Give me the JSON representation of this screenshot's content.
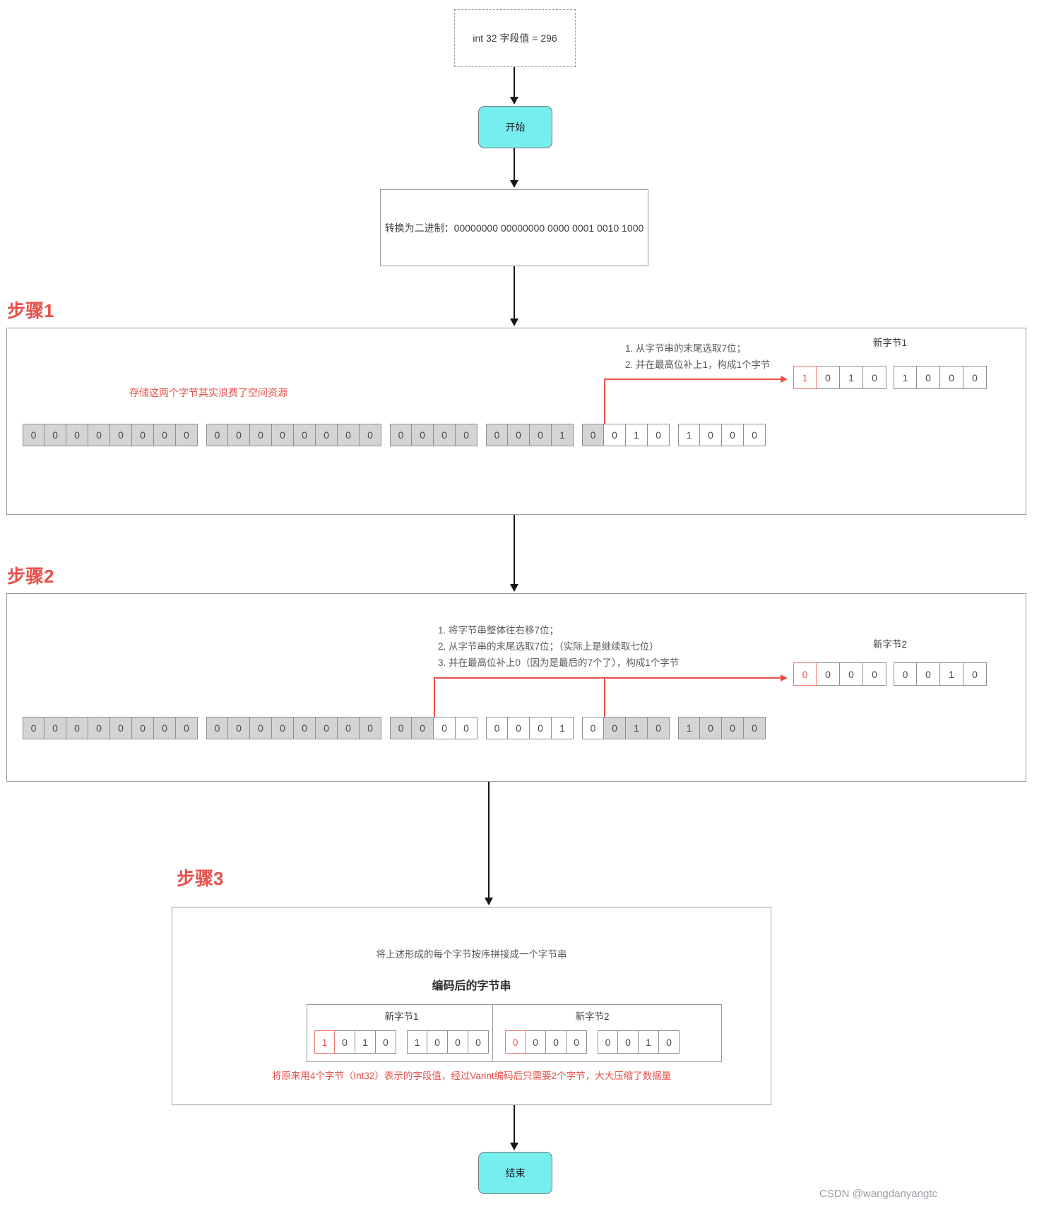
{
  "colors": {
    "red": "#e8504a",
    "cyan": "#76edef",
    "cell_gray": "#d4d4d4",
    "border_gray": "#9b9b9b"
  },
  "flow": {
    "input_label": "int 32 字段值 = 296",
    "start_label": "开始",
    "binary_label": "转换为二进制：00000000 00000000 0000 0001 0010 1000",
    "end_label": "结束"
  },
  "step1": {
    "title": "步骤1",
    "waste_note": "存储这两个字节其实浪费了空间资源",
    "notes": [
      "1. 从字节串的末尾选取7位；",
      "2. 并在最高位补上1，构成1个字节"
    ],
    "new_byte": {
      "label": "新字节1",
      "groups": [
        {
          "bits": "1010",
          "styles": "rwww"
        },
        {
          "bits": "1000",
          "styles": "wwww"
        }
      ]
    },
    "row": [
      {
        "bits": "00000000",
        "styles": "gggggggg"
      },
      {
        "bits": "00000000",
        "styles": "gggggggg"
      },
      {
        "bits": "0000",
        "styles": "gggg"
      },
      {
        "bits": "0001",
        "styles": "gggg"
      },
      {
        "bits": "0010",
        "styles": "gwww"
      },
      {
        "bits": "1000",
        "styles": "wwww"
      }
    ]
  },
  "step2": {
    "title": "步骤2",
    "notes": [
      "1. 将字节串整体往右移7位；",
      "2. 从字节串的末尾选取7位；（实际上是继续取七位）",
      "3. 并在最高位补上0（因为是最后的7个了），构成1个字节"
    ],
    "new_byte": {
      "label": "新字节2",
      "groups": [
        {
          "bits": "0000",
          "styles": "rwww"
        },
        {
          "bits": "0010",
          "styles": "wwww"
        }
      ]
    },
    "row": [
      {
        "bits": "00000000",
        "styles": "gggggggg"
      },
      {
        "bits": "00000000",
        "styles": "gggggggg"
      },
      {
        "bits": "0000",
        "styles": "ggww"
      },
      {
        "bits": "0001",
        "styles": "wwww"
      },
      {
        "bits": "0010",
        "styles": "wggg"
      },
      {
        "bits": "1000",
        "styles": "gggg"
      }
    ]
  },
  "step3": {
    "title": "步骤3",
    "concat_text": "将上述形成的每个字节按序拼接成一个字节串",
    "encoded_title": "编码后的字节串",
    "bytes": [
      {
        "label": "新字节1",
        "groups": [
          {
            "bits": "1010",
            "styles": "rwww"
          },
          {
            "bits": "1000",
            "styles": "wwww"
          }
        ]
      },
      {
        "label": "新字节2",
        "groups": [
          {
            "bits": "0000",
            "styles": "rwww"
          },
          {
            "bits": "0010",
            "styles": "wwww"
          }
        ]
      }
    ],
    "summary_note": "将原来用4个字节（Int32）表示的字段值，经过Varint编码后只需要2个字节，大大压缩了数据量"
  },
  "watermark": "CSDN @wangdanyangtc"
}
